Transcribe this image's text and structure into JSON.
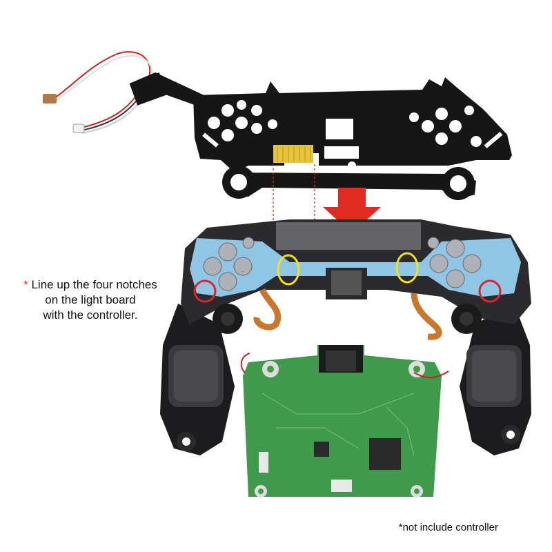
{
  "instruction": {
    "asterisk": "*",
    "line1": "Line up the four notches",
    "line2": "on the light board",
    "line3": "with the controller."
  },
  "footnote": "*not include controller",
  "colors": {
    "pcb_black": "#161616",
    "gold_connector": "#e7c53a",
    "arrow_red": "#e12a20",
    "notch_yellow": "#f2e216",
    "notch_red": "#d8262a",
    "membrane_blue": "#8fc6e6",
    "mainboard_green": "#3f9a4c",
    "shell_black": "#1c1c1e"
  }
}
